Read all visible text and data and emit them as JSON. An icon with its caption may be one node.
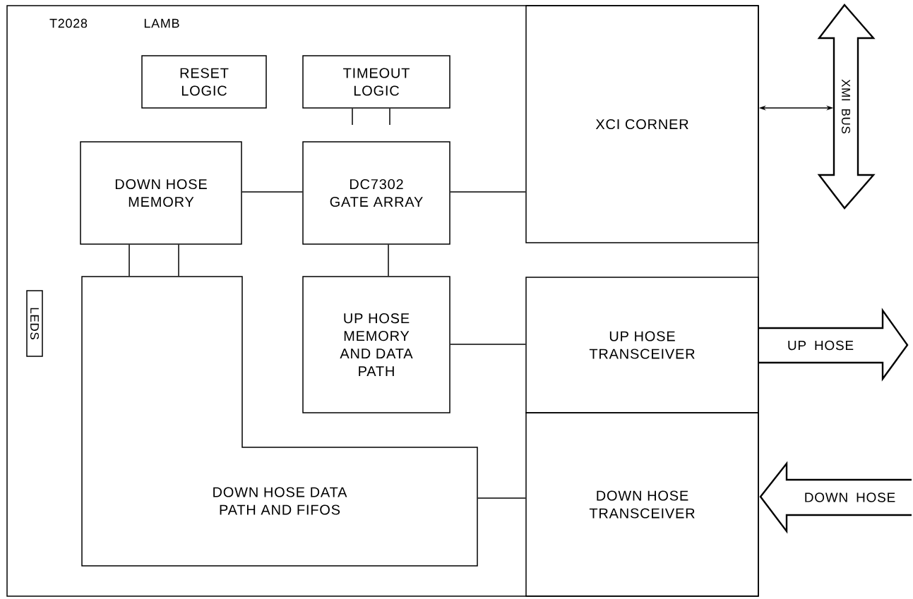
{
  "diagram": {
    "nodes": [
      {
        "text": [
          "T2028",
          "LAMB"
        ]
      },
      {
        "text": [
          "RESET LOGIC"
        ],
        "in": 0
      },
      {
        "text": [
          "TIMEOUT LOGIC"
        ],
        "in": 0
      },
      {
        "text": [
          "DOWN HOSE MEMORY"
        ],
        "in": 0
      },
      {
        "text": [
          "DC7302 GATE ARRAY"
        ],
        "in": 0
      },
      {
        "text": [
          "XCI CORNER"
        ],
        "in": 0
      },
      {
        "text": [
          "LEDS"
        ],
        "in": 0
      },
      {
        "text": [
          "DOWN HOSE DATA PATH AND FIFOS"
        ],
        "in": 0
      },
      {
        "text": [
          "UP HOSE MEMORY AND DATA PATH"
        ],
        "in": 0
      },
      {
        "text": [
          "UP HOSE TRANSCEIVER"
        ],
        "in": 0
      },
      {
        "text": [
          "DOWN HOSE TRANSCEIVER"
        ],
        "in": 0
      },
      {
        "text": [
          "XMI BUS"
        ]
      },
      {
        "text": [
          "UP HOSE"
        ]
      },
      {
        "text": [
          "DOWN HOSE"
        ]
      }
    ],
    "edges": [
      {
        "from": 2,
        "to": null,
        "arrow": "none"
      },
      {
        "from": 2,
        "to": null,
        "arrow": "none"
      },
      {
        "from": 3,
        "to": 4,
        "arrow": "none"
      },
      {
        "from": 4,
        "to": 5,
        "arrow": "none"
      },
      {
        "from": 3,
        "to": 7,
        "arrow": "none"
      },
      {
        "from": 3,
        "to": 7,
        "arrow": "none"
      },
      {
        "from": 4,
        "to": 8,
        "arrow": "none"
      },
      {
        "from": 8,
        "to": 9,
        "arrow": "none"
      },
      {
        "from": 7,
        "to": 10,
        "arrow": "none"
      },
      {
        "from": 5,
        "to": 11,
        "arrow": "both"
      }
    ]
  }
}
